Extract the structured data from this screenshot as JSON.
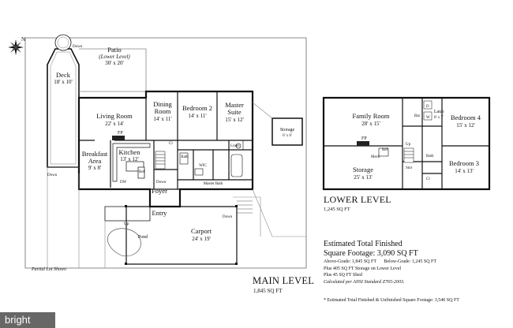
{
  "main_level": {
    "title": "MAIN LEVEL",
    "sqft": "1,845 SQ FT",
    "partial_note": "Partial Lot Shown",
    "compass": "N",
    "rooms": {
      "patio": {
        "name": "Patio",
        "sub": "(Lower Level)",
        "dim": "30' x 20'"
      },
      "deck": {
        "name": "Deck",
        "dim": "18' x 10'"
      },
      "living": {
        "name": "Living Room",
        "dim": "22' x 14'"
      },
      "dining": {
        "name": "Dining",
        "name2": "Room",
        "dim": "14' x 11'"
      },
      "bedroom2": {
        "name": "Bedroom 2",
        "dim": "14' x 11'"
      },
      "master": {
        "name": "Master",
        "name2": "Suite",
        "dim": "15' x 12'"
      },
      "storage": {
        "name": "Storage",
        "dim": "6' x 6'"
      },
      "breakfast": {
        "name": "Breakfast",
        "name2": "Area",
        "dim": "9' x 8'"
      },
      "kitchen": {
        "name": "Kitchen",
        "dim": "13' x 12'"
      },
      "foyer": {
        "name": "Foyer"
      },
      "entry": {
        "name": "Entry"
      },
      "carport": {
        "name": "Carport",
        "dim": "24' x 19'"
      },
      "pond": {
        "name": "Pond"
      },
      "master_bath": {
        "name": "Master Bath"
      },
      "bath": {
        "name": "Bath"
      },
      "wic": {
        "name": "WIC"
      }
    },
    "labels": {
      "down": "Down",
      "up": "Up",
      "fp": "FP",
      "ref": "Ref",
      "dw": "DW",
      "cl": "Cl",
      "linen": "Linen"
    }
  },
  "lower_level": {
    "title": "LOWER LEVEL",
    "sqft": "1,245 SQ FT",
    "rooms": {
      "family": {
        "name": "Family Room",
        "dim": "28' x 15'"
      },
      "laundry": {
        "name": "Laun",
        "dim": "8' x 7'"
      },
      "bedroom4": {
        "name": "Bedroom 4",
        "dim": "15' x 12'"
      },
      "storage": {
        "name": "Storage",
        "dim": "25' x 13'"
      },
      "bedroom3": {
        "name": "Bedroom 3",
        "dim": "14' x 13'"
      },
      "bath": {
        "name": "Bath"
      },
      "mech": {
        "name": "Mech"
      }
    },
    "labels": {
      "fp": "FP",
      "up": "Up",
      "ref": "Ref",
      "cl": "Cl",
      "bar": "Bar",
      "d": "D",
      "w": "W",
      "stor": "Stor"
    }
  },
  "estimate": {
    "title1": "Estimated Total Finished",
    "title2": "Square Footage: 3,090 SQ FT",
    "line1a": "Above-Grade: 1,845 SQ FT",
    "line1b": "Below-Grade: 1,245 SQ FT",
    "line2": "Plus 405 SQ FT Storage on Lower Level",
    "line3": "Plus 45 SQ FT Shed",
    "line4": "Calculated per ANSI Standard Z765-2003.",
    "note": "* Estimated Total Finished & Unfinished Square Footage: 3,540 SQ FT"
  },
  "watermark": "bright"
}
